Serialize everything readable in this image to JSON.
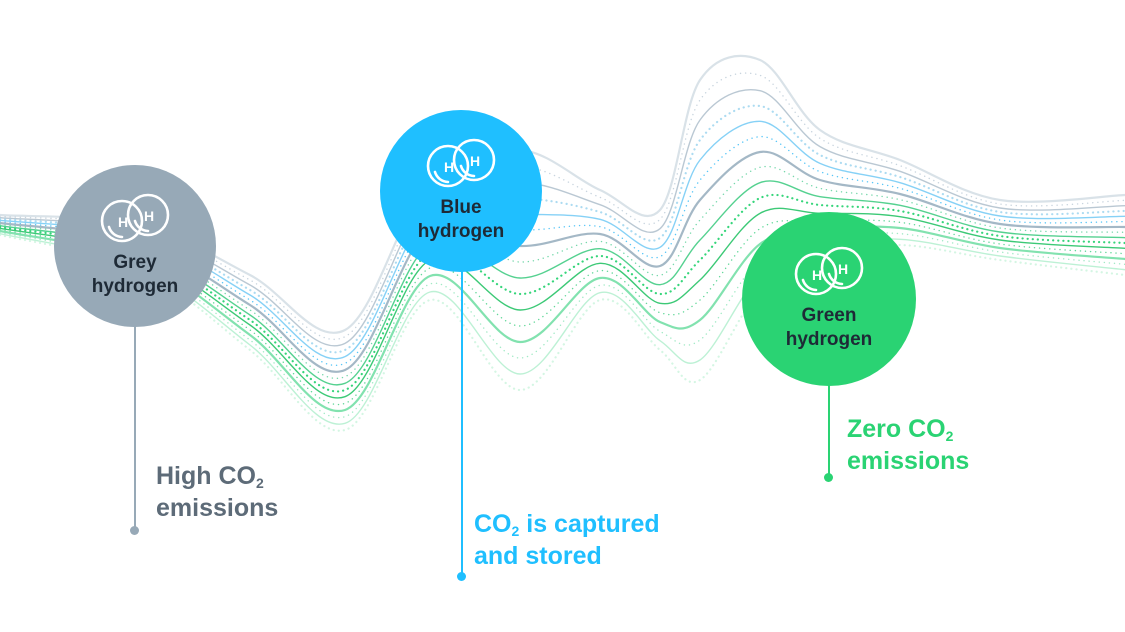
{
  "colors": {
    "grey": "#97a9b7",
    "grey_text": "#5d6b78",
    "blue": "#1fbfff",
    "green": "#2ad373",
    "label_text": "#1e2a36"
  },
  "nodes": {
    "grey": {
      "icon": "hydrogen-molecule-icon",
      "atom_label_1": "H",
      "atom_label_2": "H",
      "label_line1": "Grey",
      "label_line2": "hydrogen",
      "caption_line1_prefix": "High CO",
      "caption_line1_sub": "2",
      "caption_line2": "emissions"
    },
    "blue": {
      "icon": "hydrogen-molecule-icon",
      "atom_label_1": "H",
      "atom_label_2": "H",
      "label_line1": "Blue",
      "label_line2": "hydrogen",
      "caption_line1_prefix": "CO",
      "caption_line1_sub": "2",
      "caption_line1_suffix": " is captured",
      "caption_line2": "and stored"
    },
    "green": {
      "icon": "hydrogen-molecule-icon",
      "atom_label_1": "H",
      "atom_label_2": "H",
      "label_line1": "Green",
      "label_line2": "hydrogen",
      "caption_line1_prefix": "Zero CO",
      "caption_line1_sub": "2",
      "caption_line2": "emissions"
    }
  }
}
